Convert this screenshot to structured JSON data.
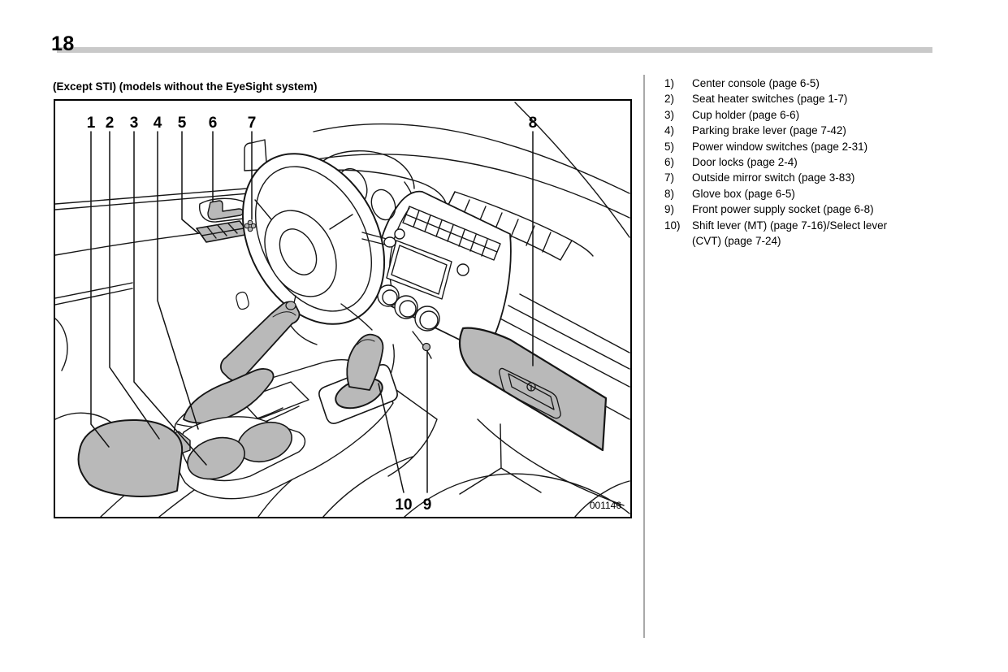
{
  "page": {
    "number": "18"
  },
  "caption": "(Except STI) (models without the EyeSight system)",
  "figure": {
    "code": "001146",
    "labels": {
      "n1": "1",
      "n2": "2",
      "n3": "3",
      "n4": "4",
      "n5": "5",
      "n6": "6",
      "n7": "7",
      "n8": "8",
      "n9": "9",
      "n10": "10"
    },
    "parts": [
      "center-console",
      "seat-heater-switches",
      "cup-holder",
      "parking-brake-lever",
      "power-window-switches",
      "door-locks",
      "outside-mirror-switch",
      "glove-box",
      "front-power-supply-socket",
      "shift-lever"
    ]
  },
  "legend": {
    "items": [
      {
        "num": "1)",
        "text": "Center console (page 6-5)"
      },
      {
        "num": "2)",
        "text": "Seat heater switches (page 1-7)"
      },
      {
        "num": "3)",
        "text": "Cup holder (page 6-6)"
      },
      {
        "num": "4)",
        "text": "Parking brake lever (page 7-42)"
      },
      {
        "num": "5)",
        "text": "Power window switches (page 2-31)"
      },
      {
        "num": "6)",
        "text": "Door locks (page 2-4)"
      },
      {
        "num": "7)",
        "text": "Outside mirror switch (page 3-83)"
      },
      {
        "num": "8)",
        "text": "Glove box (page 6-5)"
      },
      {
        "num": "9)",
        "text": "Front power supply socket (page 6-8)"
      },
      {
        "num": "10)",
        "text": "Shift lever (MT) (page 7-16)/Select lever",
        "text2": "(CVT) (page 7-24)"
      }
    ]
  },
  "colors": {
    "header_bar": "#c9c9c9",
    "divider": "#a9a9a9",
    "line_art": "#161616",
    "component_gray": "#b9b9b9",
    "figure_border": "#000000"
  }
}
